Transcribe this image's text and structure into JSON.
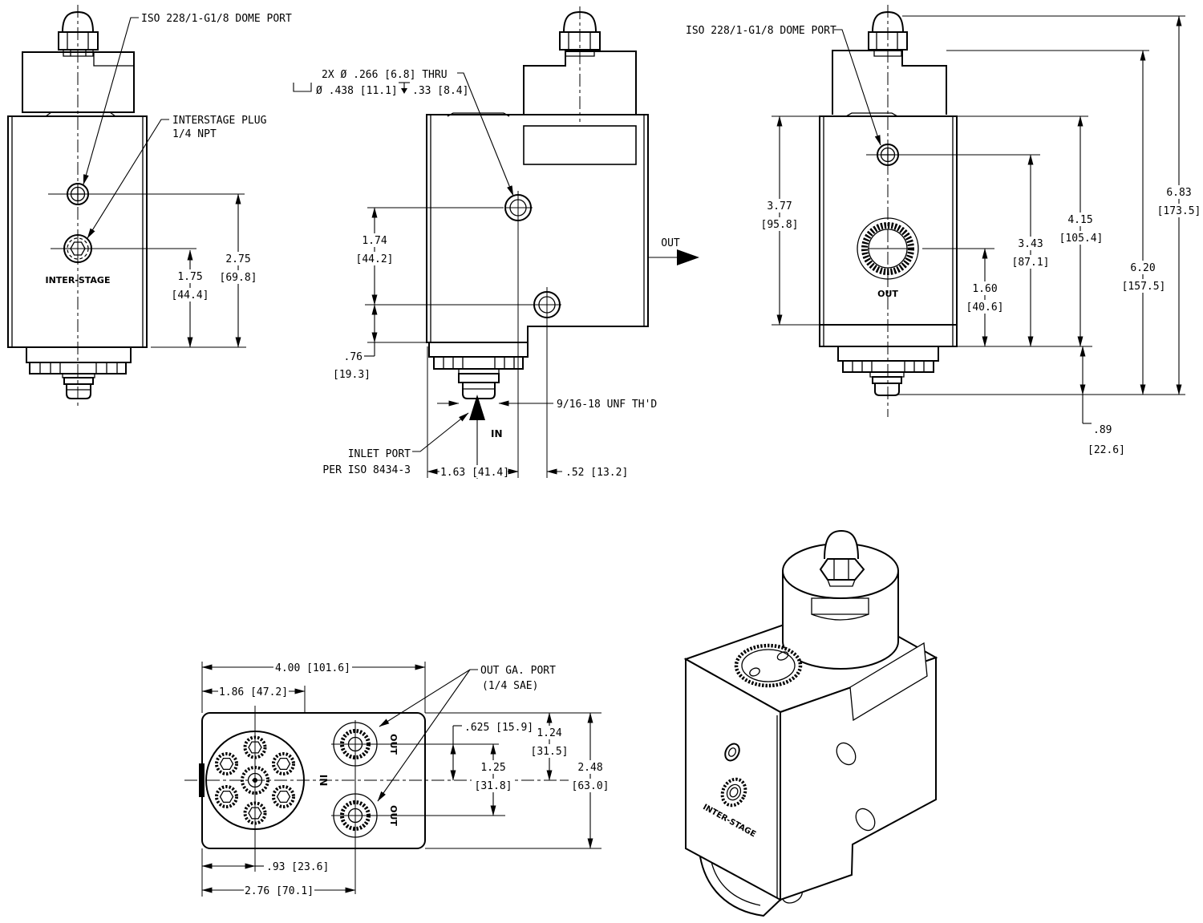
{
  "views": {
    "front": {
      "dome_port_label": "ISO 228/1-G1/8 DOME PORT",
      "plug_label_1": "INTERSTAGE PLUG",
      "plug_label_2": "1/4 NPT",
      "body_text": "INTER-STAGE",
      "dim_plug_in": "1.75",
      "dim_plug_mm": "[44.4]",
      "dim_dome_in": "2.75",
      "dim_dome_mm": "[69.8]"
    },
    "side": {
      "holes_note_line1": "2X  Ø .266 [6.8] THRU",
      "holes_note_cbore": "Ø .438 [11.1]",
      "holes_note_depth": ".33 [8.4]",
      "dim_upper_in": "1.74",
      "dim_upper_mm": "[44.2]",
      "dim_lower_in": ".76",
      "dim_lower_mm": "[19.3]",
      "out_label": "OUT",
      "in_label": "IN",
      "thread_label": "9/16-18 UNF TH'D",
      "inlet_label_1": "INLET PORT",
      "inlet_label_2": "PER ISO 8434-3",
      "dim_inlet": "1.63 [41.4]",
      "dim_hole_offset": ".52 [13.2]"
    },
    "back": {
      "dome_port_label": "ISO 228/1-G1/8 DOME PORT",
      "out_label": "OUT",
      "dim_back_in": "3.77",
      "dim_back_mm": "[95.8]",
      "dim_out_in": "1.60",
      "dim_out_mm": "[40.6]",
      "dim_dome_in": "3.43",
      "dim_dome_mm": "[87.1]",
      "dim_body_in": "4.15",
      "dim_body_mm": "[105.4]",
      "dim_cap_in": "6.20",
      "dim_cap_mm": "[157.5]",
      "dim_total_in": "6.83",
      "dim_total_mm": "[173.5]",
      "dim_stud_in": ".89",
      "dim_stud_mm": "[22.6]"
    },
    "bottom": {
      "dim_width": "4.00 [101.6]",
      "dim_flange": "1.86 [47.2]",
      "ga_label_1": "OUT GA. PORT",
      "ga_label_2": "(1/4 SAE)",
      "dim_offset": ".625 [15.9]",
      "dim_ports_in": "1.25",
      "dim_ports_mm": "[31.8]",
      "dim_edge_in": "1.24",
      "dim_edge_mm": "[31.5]",
      "dim_depth_in": "2.48",
      "dim_depth_mm": "[63.0]",
      "dim_in_center": ".93 [23.6]",
      "dim_out_center": "2.76 [70.1]",
      "in_label": "IN",
      "out_label_1": "OUT",
      "out_label_2": "OUT"
    },
    "iso": {
      "body_text": "INTER-STAGE"
    }
  }
}
